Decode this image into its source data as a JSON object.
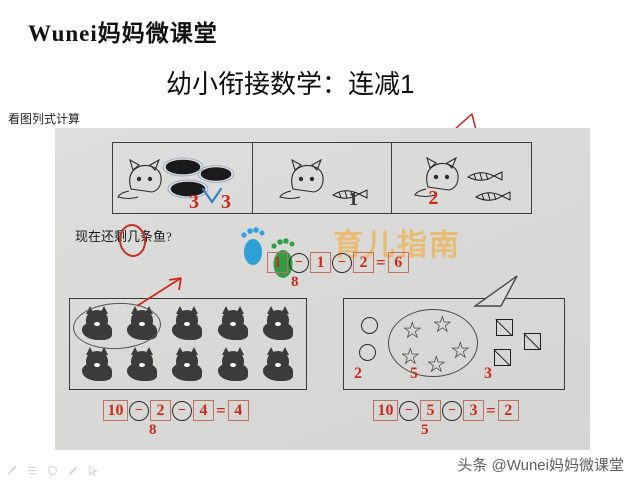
{
  "header": {
    "brand": "Wunei妈妈微课堂",
    "lesson_title": "幼小衔接数学：连减1",
    "instruction": "看图列式计算"
  },
  "worksheet": {
    "question": "现在还剩几条鱼?",
    "fish_row": {
      "cells": [
        {
          "name": "panel-three-fish",
          "fish_count": 3,
          "mark": "3",
          "has_blue_arrow": true
        },
        {
          "name": "panel-one-fish",
          "fish_count": 1,
          "mark": "1"
        },
        {
          "name": "panel-two-fish",
          "fish_count": 2,
          "mark": "2"
        }
      ]
    },
    "fish_equation": {
      "terms": [
        "1",
        "1",
        "2"
      ],
      "operators": [
        "−",
        "−"
      ],
      "equals": "=",
      "result": "6",
      "annotation_below": "8"
    },
    "cats_panel": {
      "total_cats": 10,
      "rows": 2,
      "per_row": 5,
      "circled_count": 2,
      "equation": {
        "terms": [
          "10",
          "2",
          "4"
        ],
        "operators": [
          "−",
          "−"
        ],
        "equals": "=",
        "result": "4",
        "annotation_below": "8"
      }
    },
    "shapes_panel": {
      "circles_count": 2,
      "circles_label": "2",
      "stars_count": 5,
      "stars_label": "5",
      "squares_count": 3,
      "squares_label": "3",
      "equation": {
        "terms": [
          "10",
          "5",
          "3"
        ],
        "operators": [
          "−",
          "−"
        ],
        "equals": "=",
        "result": "2",
        "annotation_below": "5"
      }
    },
    "watermark": "育儿指南"
  },
  "footer": {
    "credit": "头条 @Wunei妈妈微课堂",
    "tools": [
      "pen-icon",
      "list-icon",
      "circle-icon",
      "pencil-icon",
      "cursor-icon"
    ]
  },
  "colors": {
    "sheet": "#dcdcda",
    "red_ink": "#cc2b18",
    "blue_foot": "#2f9fd8",
    "green_foot": "#2f9e46",
    "watermark": "#f5a623"
  }
}
